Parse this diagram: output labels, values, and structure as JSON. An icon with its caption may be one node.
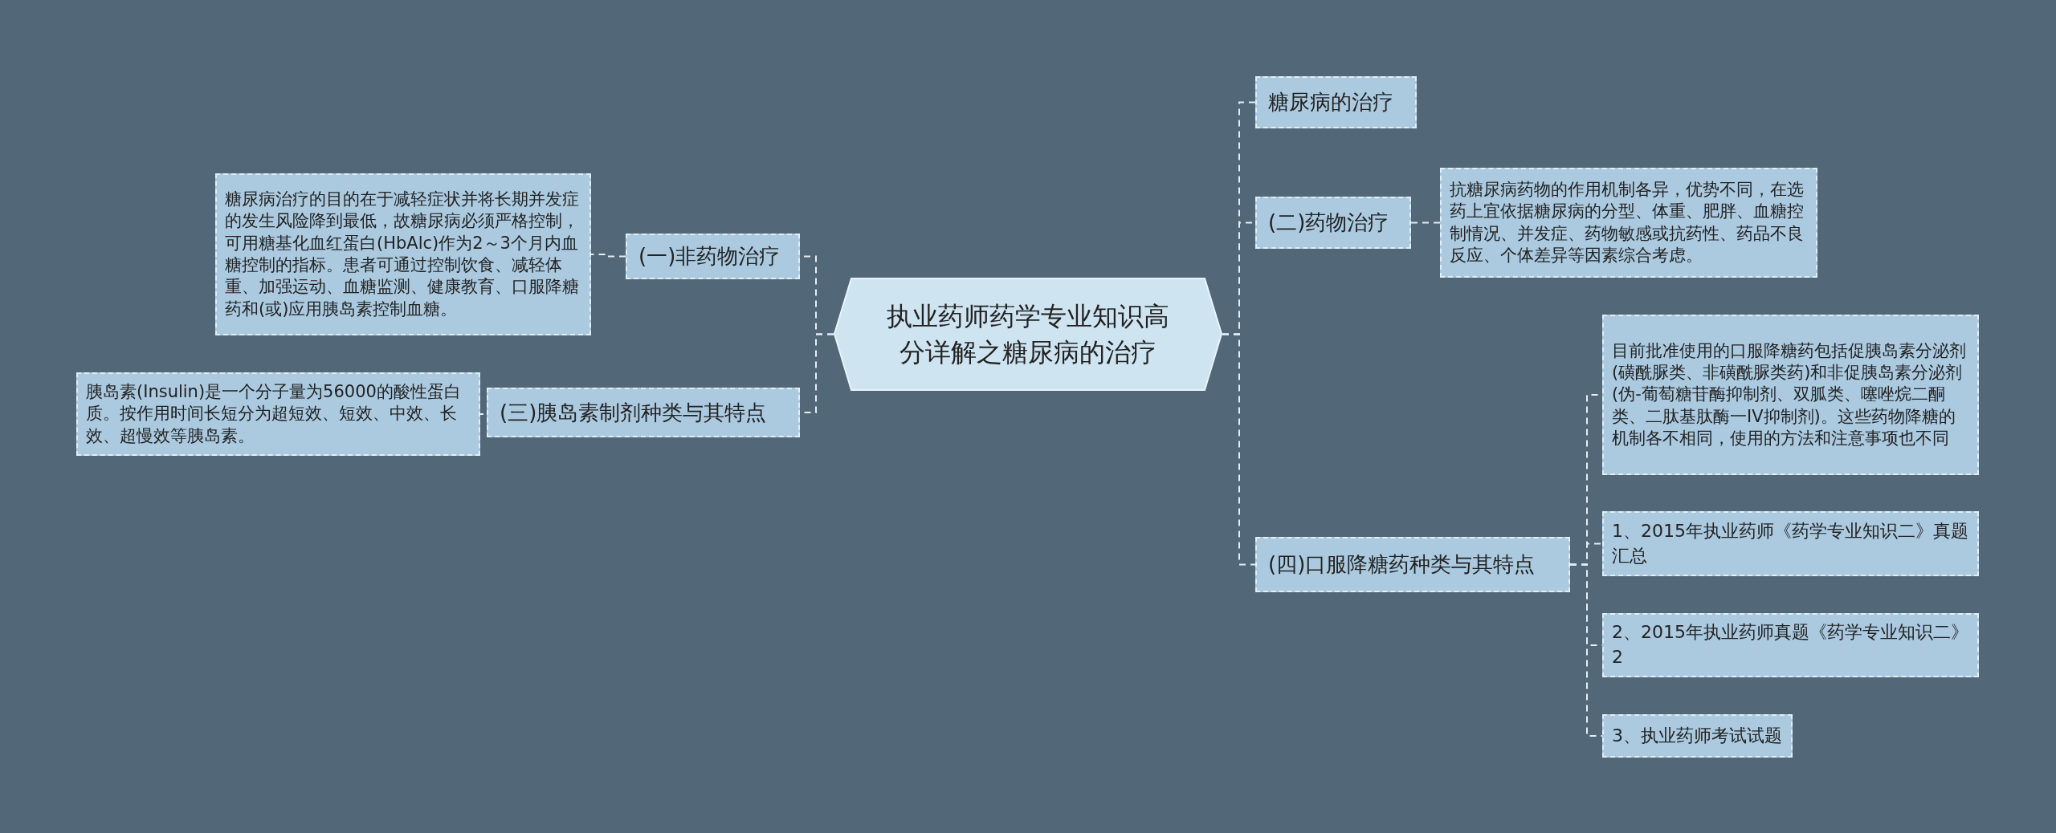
{
  "diagram": {
    "nodes": [
      {
        "text": [
          "执业药师药学专业知识高分详解之糖尿病的治疗"
        ]
      },
      {
        "text": [
          "(一)非药物治疗"
        ]
      },
      {
        "text": [
          "糖尿病治疗的目的在于减轻症状并将长期并发症的发生风险降到最低，故糖尿病必须严格控制，可用糖基化血红蛋白(HbAlc)作为2～3个月内血糖控制的指标。患者可通过控制饮食、减轻体重、加强运动、血糖监测、健康教育、口服降糖药和(或)应用胰岛素控制血糖。"
        ]
      },
      {
        "text": [
          "(三)胰岛素制剂种类与其特点"
        ]
      },
      {
        "text": [
          "胰岛素(Insulin)是一个分子量为56000的酸性蛋白质。按作用时间长短分为超短效、短效、中效、长效、超慢效等胰岛素。"
        ]
      },
      {
        "text": [
          "糖尿病的治疗"
        ]
      },
      {
        "text": [
          "(二)药物治疗"
        ]
      },
      {
        "text": [
          "抗糖尿病药物的作用机制各异，优势不同，在选药上宜依据糖尿病的分型、体重、肥胖、血糖控制情况、并发症、药物敏感或抗药性、药品不良反应、个体差异等因素综合考虑。"
        ]
      },
      {
        "text": [
          "(四)口服降糖药种类与其特点"
        ]
      },
      {
        "text": [
          "目前批准使用的口服降糖药包括促胰岛素分泌剂(磺酰脲类、非磺酰脲类药)和非促胰岛素分泌剂(伪-葡萄糖苷酶抑制剂、双胍类、噻唑烷二酮类、二肽基肽酶一IV抑制剂)。这些药物降糖的机制各不相同，使用的方法和注意事项也不同"
        ]
      },
      {
        "text": [
          "1、2015年执业药师《药学专业知识二》真题汇总"
        ]
      },
      {
        "text": [
          "2、2015年执业药师真题《药学专业知识二》2"
        ]
      },
      {
        "text": [
          "3、执业药师考试试题"
        ]
      }
    ],
    "edges": [
      {
        "from": 0,
        "to": 1,
        "arrow": "none",
        "style": "dashed"
      },
      {
        "from": 1,
        "to": 2,
        "arrow": "none",
        "style": "dashed"
      },
      {
        "from": 0,
        "to": 3,
        "arrow": "none",
        "style": "dashed"
      },
      {
        "from": 3,
        "to": 4,
        "arrow": "none",
        "style": "dashed"
      },
      {
        "from": 0,
        "to": 5,
        "arrow": "none",
        "style": "dashed"
      },
      {
        "from": 0,
        "to": 6,
        "arrow": "none",
        "style": "dashed"
      },
      {
        "from": 6,
        "to": 7,
        "arrow": "none",
        "style": "dashed"
      },
      {
        "from": 0,
        "to": 8,
        "arrow": "none",
        "style": "dashed"
      },
      {
        "from": 8,
        "to": 9,
        "arrow": "none",
        "style": "dashed"
      },
      {
        "from": 8,
        "to": 10,
        "arrow": "none",
        "style": "dashed"
      },
      {
        "from": 8,
        "to": 11,
        "arrow": "none",
        "style": "dashed"
      },
      {
        "from": 8,
        "to": 12,
        "arrow": "none",
        "style": "dashed"
      }
    ]
  }
}
